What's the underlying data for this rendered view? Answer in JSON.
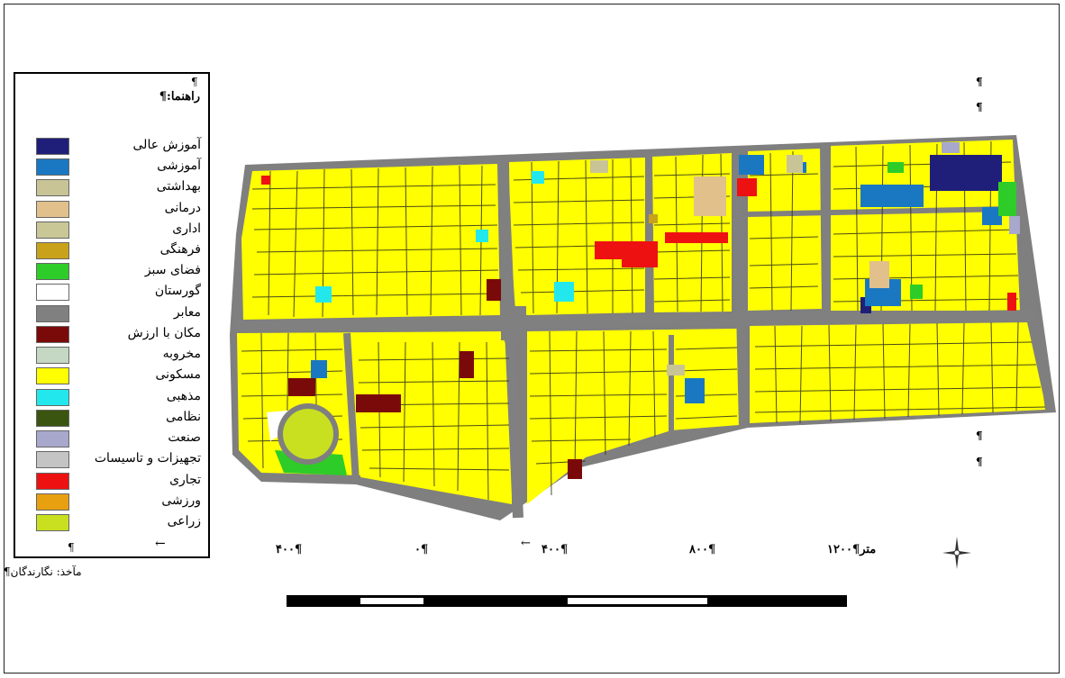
{
  "legend": {
    "title": "راهنما:¶",
    "top_mark": "¶",
    "bottom_mark": "¶",
    "arrow": "←",
    "items": [
      {
        "label": "آموزش عالی",
        "color": "#1f1f7a"
      },
      {
        "label": "آموزشی",
        "color": "#1a78c2"
      },
      {
        "label": "بهداشتی",
        "color": "#c8c496"
      },
      {
        "label": "درمانی",
        "color": "#e2c08c"
      },
      {
        "label": "اداری",
        "color": "#c9c796"
      },
      {
        "label": "فرهنگی",
        "color": "#c9a21c"
      },
      {
        "label": "فضای سبز",
        "color": "#2ecc28"
      },
      {
        "label": "گورستان",
        "color": "#ffffff"
      },
      {
        "label": "معابر",
        "color": "#808080"
      },
      {
        "label": "مکان با ارزش",
        "color": "#7a0a0a"
      },
      {
        "label": "مخروبه",
        "color": "#c4d8c4"
      },
      {
        "label": "مسکونی",
        "color": "#ffff00"
      },
      {
        "label": "مذهبی",
        "color": "#22e8ee"
      },
      {
        "label": "نظامی",
        "color": "#3a5510"
      },
      {
        "label": "صنعت",
        "color": "#a8a8cc"
      },
      {
        "label": "تجهیزات و تاسیسات",
        "color": "#c4c4c4"
      },
      {
        "label": "تجاری",
        "color": "#ee1111"
      },
      {
        "label": "ورزشی",
        "color": "#e8a010"
      },
      {
        "label": "زراعی",
        "color": "#c8e020"
      }
    ]
  },
  "source_note": "مآخذ: نگارندگان¶",
  "scale": {
    "labels": [
      "¶۴۰۰",
      "¶۰",
      "¶۴۰۰",
      "¶۸۰۰",
      "متر¶۱۲۰۰"
    ],
    "arrow": "←"
  },
  "pilcrows": [
    "¶",
    "¶",
    "¶",
    "¶"
  ],
  "colors": {
    "road": "#808080",
    "block": "#ffff00",
    "street": "#3a3a2a"
  }
}
